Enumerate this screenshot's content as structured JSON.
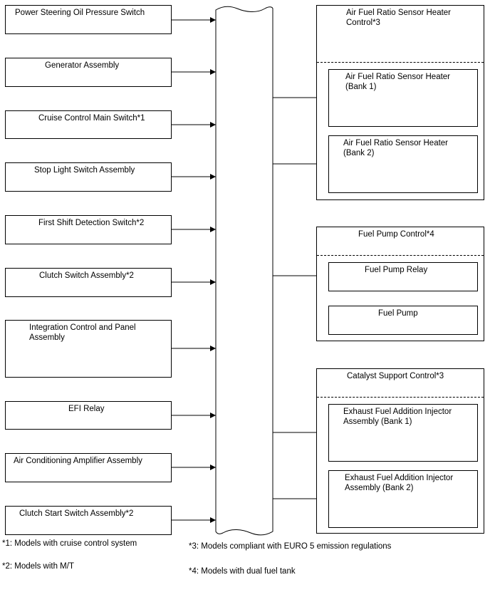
{
  "inputs": [
    {
      "label": "Power Steering Oil Pressure Switch"
    },
    {
      "label": "Generator Assembly"
    },
    {
      "label": "Cruise Control Main Switch*1"
    },
    {
      "label": "Stop Light Switch Assembly"
    },
    {
      "label": "First Shift Detection Switch*2"
    },
    {
      "label": "Clutch Switch Assembly*2"
    },
    {
      "label": "Integration Control and Panel\nAssembly"
    },
    {
      "label": "EFI Relay"
    },
    {
      "label": "Air Conditioning Amplifier Assembly"
    },
    {
      "label": "Clutch Start Switch Assembly*2"
    }
  ],
  "output_groups": [
    {
      "title": "Air Fuel Ratio Sensor Heater\nControl*3",
      "items": [
        "Air Fuel Ratio Sensor Heater\n(Bank 1)",
        "Air Fuel Ratio Sensor Heater\n(Bank 2)"
      ]
    },
    {
      "title": "Fuel Pump Control*4",
      "items": [
        "Fuel Pump Relay",
        "Fuel Pump"
      ]
    },
    {
      "title": "Catalyst Support Control*3",
      "items": [
        "Exhaust Fuel Addition Injector\nAssembly (Bank 1)",
        "Exhaust Fuel Addition Injector\nAssembly (Bank 2)"
      ]
    }
  ],
  "notes": {
    "n1": "*1: Models with cruise control system",
    "n2": "*2: Models with M/T",
    "n3": "*3: Models compliant with EURO 5 emission regulations",
    "n4": "*4: Models with dual fuel tank"
  }
}
